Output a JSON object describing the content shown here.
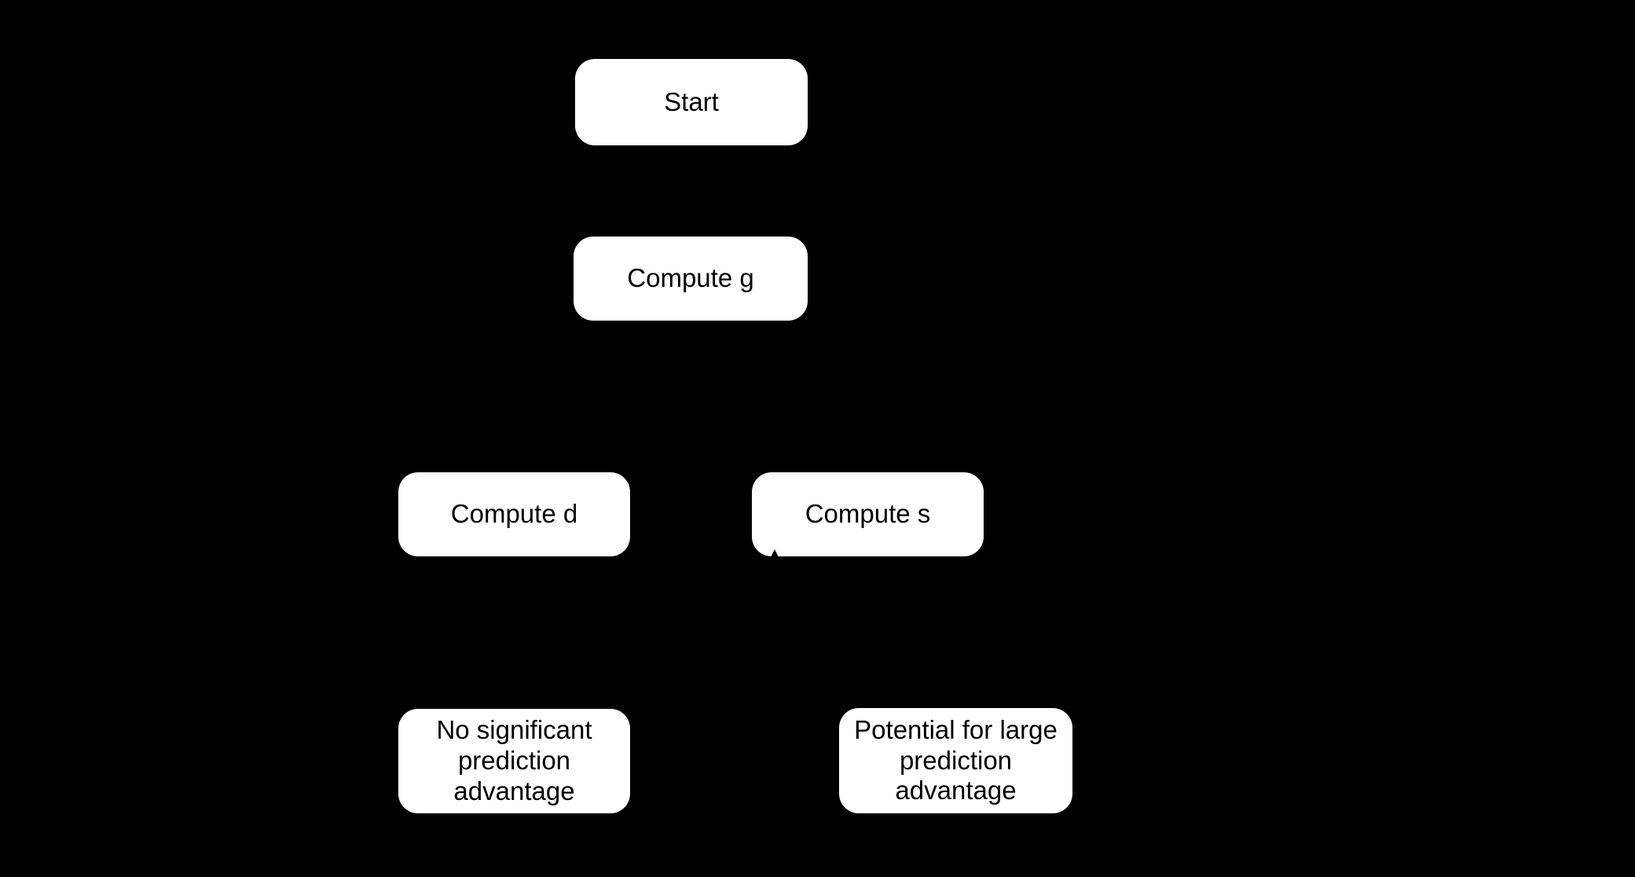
{
  "diagram": {
    "type": "flowchart",
    "background_color": "#000000",
    "node_fill_color": "#ffffff",
    "node_text_color": "#000000",
    "nodes": [
      {
        "id": "start",
        "label": "Start"
      },
      {
        "id": "compute-g",
        "label": "Compute g"
      },
      {
        "id": "compute-d",
        "label": "Compute d"
      },
      {
        "id": "compute-s",
        "label": "Compute s"
      },
      {
        "id": "no-advantage",
        "label": "No significant\nprediction\nadvantage"
      },
      {
        "id": "large-advantage",
        "label": "Potential for large\nprediction\nadvantage"
      }
    ],
    "notes": "Connector arrows are black on black background and therefore not visible; a small black arrowhead tip overlaps the bottom-left corner of the Compute s node."
  }
}
